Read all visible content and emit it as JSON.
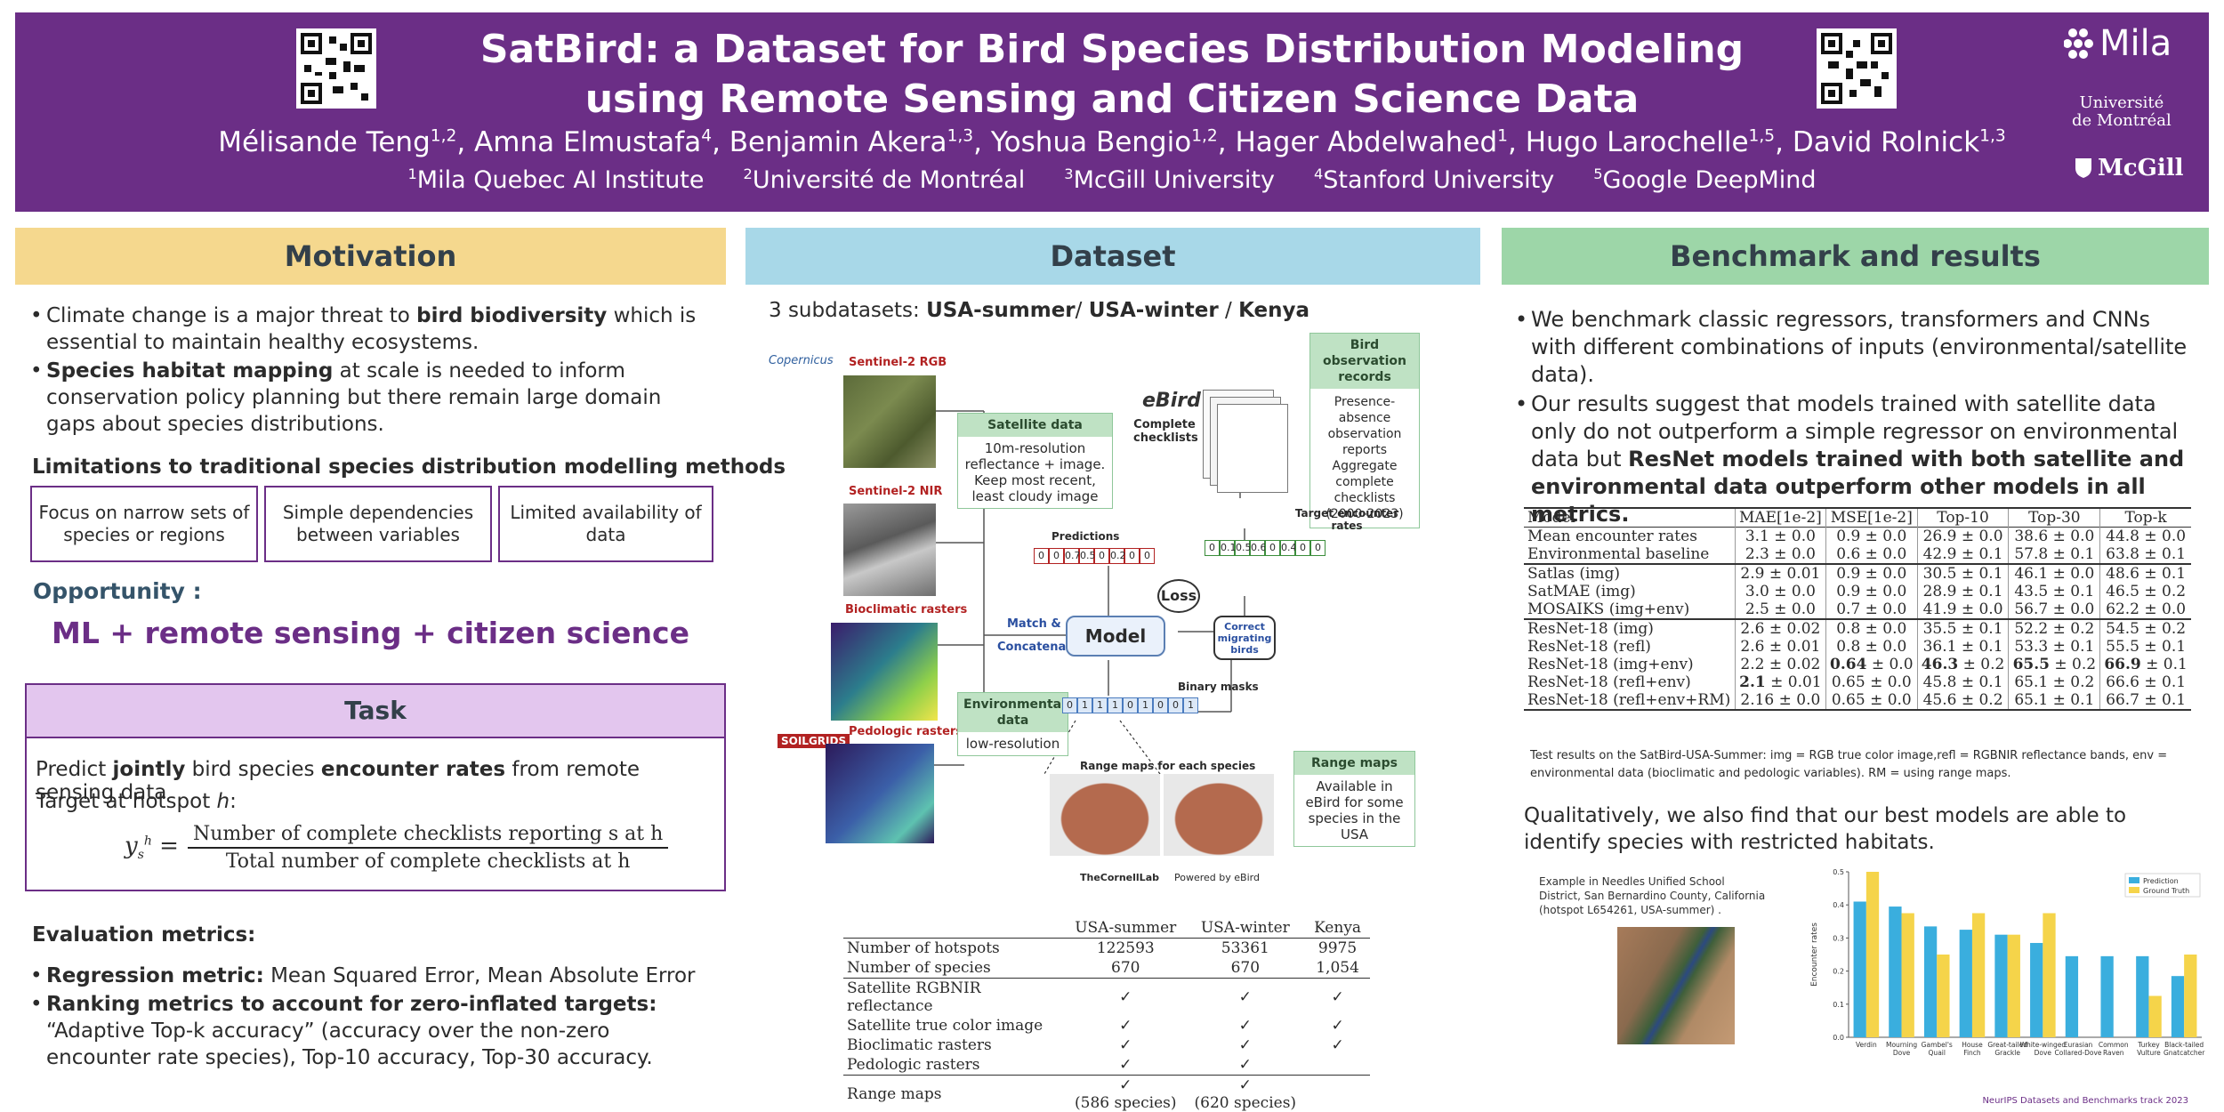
{
  "header": {
    "title_line1": "SatBird: a Dataset for Bird Species Distribution Modeling",
    "title_line2": "using Remote Sensing and Citizen Science Data",
    "authors": [
      {
        "name": "Mélisande Teng",
        "sup": "1,2"
      },
      {
        "name": "Amna Elmustafa",
        "sup": "4"
      },
      {
        "name": "Benjamin Akera",
        "sup": "1,3"
      },
      {
        "name": "Yoshua Bengio",
        "sup": "1,2"
      },
      {
        "name": "Hager Abdelwahed",
        "sup": "1"
      },
      {
        "name": "Hugo Larochelle",
        "sup": "1,5"
      },
      {
        "name": "David Rolnick",
        "sup": "1,3"
      }
    ],
    "affiliations": [
      {
        "sup": "1",
        "name": "Mila Quebec AI Institute"
      },
      {
        "sup": "2",
        "name": "Université de Montréal"
      },
      {
        "sup": "3",
        "name": "McGill University"
      },
      {
        "sup": "4",
        "name": "Stanford University"
      },
      {
        "sup": "5",
        "name": "Google DeepMind"
      }
    ],
    "logos": {
      "mila": "Mila",
      "udem_1": "Université",
      "udem_2": "de Montréal",
      "mcgill": "McGill"
    }
  },
  "motivation": {
    "heading": "Motivation",
    "b1_pre": "Climate change is a major threat to ",
    "b1_bold": "bird biodiversity",
    "b1_post": " which is essential to maintain healthy ecosystems.",
    "b2_bold": "Species habitat mapping",
    "b2_post": " at scale is needed to inform conservation policy planning but there remain large domain gaps about species distributions.",
    "limitations_heading": "Limitations to traditional species distribution modelling methods",
    "limitations": [
      "Focus on narrow sets of species or regions",
      "Simple dependencies between variables",
      "Limited availability of data"
    ],
    "opportunity_label": "Opportunity :",
    "opportunity_text": "ML + remote sensing + citizen science"
  },
  "task": {
    "heading": "Task",
    "line1_a": "Predict ",
    "line1_b": "jointly",
    "line1_c": " bird species ",
    "line1_d": "encounter rates",
    "line1_e": " from remote sensing data",
    "line2_a": "Target at hotspot ",
    "line2_b": "h",
    "line2_c": ":",
    "formula_lhs": "y",
    "formula_num": "Number of complete checklists reporting s at h",
    "formula_den": "Total number of complete checklists at h"
  },
  "evaluation": {
    "heading": "Evaluation metrics:",
    "m1_bold": "Regression metric:",
    "m1_text": " Mean Squared Error, Mean Absolute Error",
    "m2_bold": "Ranking metrics to account for zero-inflated targets:",
    "m2_text": " “Adaptive Top-k accuracy” (accuracy over the non-zero encounter rate species), Top-10 accuracy, Top-30 accuracy."
  },
  "dataset": {
    "heading": "Dataset",
    "subdatasets_pre": "3 subdatasets: ",
    "subdatasets_1": "USA-summer",
    "subdatasets_2": "USA-winter",
    "subdatasets_3": "Kenya",
    "diagram": {
      "copernicus": "Copernicus",
      "s2_rgb": "Sentinel-2 RGB",
      "s2_nir": "Sentinel-2 NIR",
      "bioclim": "Bioclimatic rasters",
      "pedologic": "Pedologic rasters",
      "soilgrids": "SOILGRIDS",
      "sat_head": "Satellite data",
      "sat_body": "10m-resolution reflectance + image. Keep most recent, least cloudy image",
      "env_head": "Environmental data",
      "env_body": "low-resolution",
      "ebird": "eBird",
      "complete_checklists": "Complete checklists",
      "obs_head": "Bird observation records",
      "obs_body": "Presence-absence observation reports Aggregate complete checklists (2000-2023)",
      "target_label": "Target encounter rates",
      "target_vec": [
        "0",
        "0.1",
        "0.5",
        "0.6",
        "0",
        "0.42",
        "0",
        "0"
      ],
      "predictions_label": "Predictions",
      "pred_vec": [
        "0",
        "0",
        "0.7",
        "0.5",
        "0",
        "0.2",
        "0",
        "0"
      ],
      "loss": "Loss",
      "match": "Match &",
      "concatenate": "Concatenate",
      "model": "Model",
      "correct": "Correct migrating birds",
      "binary_masks": "Binary masks",
      "mask_vec": [
        "0",
        "1",
        "1",
        "1",
        "0",
        "1",
        "0",
        "0",
        "1"
      ],
      "range_maps_label": "Range maps for each species",
      "range_head": "Range maps",
      "range_body": "Available in eBird for some species in the USA",
      "cornell": "TheCornellLab",
      "powered": "Powered by eBird"
    },
    "table": {
      "headers": [
        "",
        "USA-summer",
        "USA-winter",
        "Kenya"
      ],
      "rows": [
        [
          "Number of hotspots",
          "122593",
          "53361",
          "9975"
        ],
        [
          "Number of species",
          "670",
          "670",
          "1,054"
        ],
        [
          "Satellite RGBNIR reflectance",
          "✓",
          "✓",
          "✓"
        ],
        [
          "Satellite true color image",
          "✓",
          "✓",
          "✓"
        ],
        [
          "Bioclimatic rasters",
          "✓",
          "✓",
          "✓"
        ],
        [
          "Pedologic rasters",
          "✓",
          "✓",
          ""
        ],
        [
          "Range maps",
          "✓\n(586 species)",
          "✓\n(620 species)",
          ""
        ]
      ]
    }
  },
  "benchmark": {
    "heading": "Benchmark and results",
    "b1": "We benchmark classic regressors, transformers and CNNs with different combinations of inputs (environmental/satellite data).",
    "b2_pre": "Our results suggest that models trained with satellite data only do not outperform a simple regressor on environmental data but ",
    "b2_bold": "ResNet models trained with both satellite and environmental data outperform other models in all metrics.",
    "table": {
      "headers": [
        "Model",
        "MAE[1e-2]",
        "MSE[1e-2]",
        "Top-10",
        "Top-30",
        "Top-k"
      ],
      "groups": [
        [
          [
            "Mean encounter rates",
            "3.1 ± 0.0",
            "0.9 ± 0.0",
            "26.9 ± 0.0",
            "38.6 ± 0.0",
            "44.8 ± 0.0"
          ],
          [
            "Environmental baseline",
            "2.3 ± 0.0",
            "0.6 ± 0.0",
            "42.9 ± 0.1",
            "57.8 ± 0.1",
            "63.8 ± 0.1"
          ]
        ],
        [
          [
            "Satlas (img)",
            "2.9 ± 0.01",
            "0.9 ± 0.0",
            "30.5 ± 0.1",
            "46.1 ± 0.0",
            "48.6 ± 0.1"
          ],
          [
            "SatMAE (img)",
            "3.0 ± 0.0",
            "0.9 ± 0.0",
            "28.9 ± 0.1",
            "43.5 ± 0.1",
            "46.5 ± 0.2"
          ],
          [
            "MOSAIKS (img+env)",
            "2.5 ± 0.0",
            "0.7 ± 0.0",
            "41.9 ± 0.0",
            "56.7 ± 0.0",
            "62.2 ± 0.0"
          ]
        ],
        [
          [
            "ResNet-18 (img)",
            "2.6 ± 0.02",
            "0.8 ± 0.0",
            "35.5 ± 0.1",
            "52.2 ± 0.2",
            "54.5 ± 0.2"
          ],
          [
            "ResNet-18 (refl)",
            "2.6 ± 0.01",
            "0.8 ± 0.0",
            "36.1 ± 0.1",
            "53.3 ± 0.1",
            "55.5 ± 0.1"
          ],
          [
            "ResNet-18 (img+env)",
            "2.2 ± 0.02",
            "0.64 ± 0.0",
            "46.3 ± 0.2",
            "65.5 ± 0.2",
            "66.9 ± 0.1"
          ],
          [
            "ResNet-18 (refl+env)",
            "2.1 ± 0.01",
            "0.65 ± 0.0",
            "45.8 ± 0.1",
            "65.1 ± 0.2",
            "66.6 ± 0.1"
          ],
          [
            "ResNet-18 (refl+env+RM)",
            "2.16 ± 0.0",
            "0.65 ± 0.0",
            "45.6 ± 0.2",
            "65.1 ± 0.1",
            "66.7 ± 0.1"
          ]
        ]
      ]
    },
    "caption": "Test results on the SatBird-USA-Summer:  img = RGB true color image,refl =  RGBNIR reflectance bands, env = environmental data (bioclimatic and pedologic variables). RM = using range maps.",
    "qualitative": "Qualitatively, we also find that our best models are able to identify species with restricted habitats.",
    "example_caption": "Example in Needles Unified School District, San Bernardino County, California (hotspot L654261, USA-summer) ."
  },
  "chart_data": {
    "type": "bar",
    "categories": [
      "Verdin",
      "Mourning Dove",
      "Gambel's Quail",
      "House Finch",
      "Great-tailed Grackle",
      "White-winged Dove",
      "Eurasian Collared-Dove",
      "Common Raven",
      "Turkey Vulture",
      "Black-tailed Gnatcatcher"
    ],
    "series": [
      {
        "name": "Prediction",
        "values": [
          0.41,
          0.395,
          0.335,
          0.325,
          0.31,
          0.285,
          0.245,
          0.245,
          0.245,
          0.185
        ],
        "color": "#3aaede"
      },
      {
        "name": "Ground Truth",
        "values": [
          0.5,
          0.375,
          0.25,
          0.375,
          0.31,
          0.375,
          0.0,
          0.0,
          0.125,
          0.25
        ],
        "color": "#f5d44a"
      }
    ],
    "ylabel": "Encounter rates",
    "yticks": [
      "0.0",
      "0.1",
      "0.2",
      "0.3",
      "0.4",
      "0.5"
    ],
    "ylim": [
      0,
      0.5
    ],
    "legend": "top-right",
    "grid": false
  },
  "footer": "NeurIPS Datasets and Benchmarks track 2023"
}
